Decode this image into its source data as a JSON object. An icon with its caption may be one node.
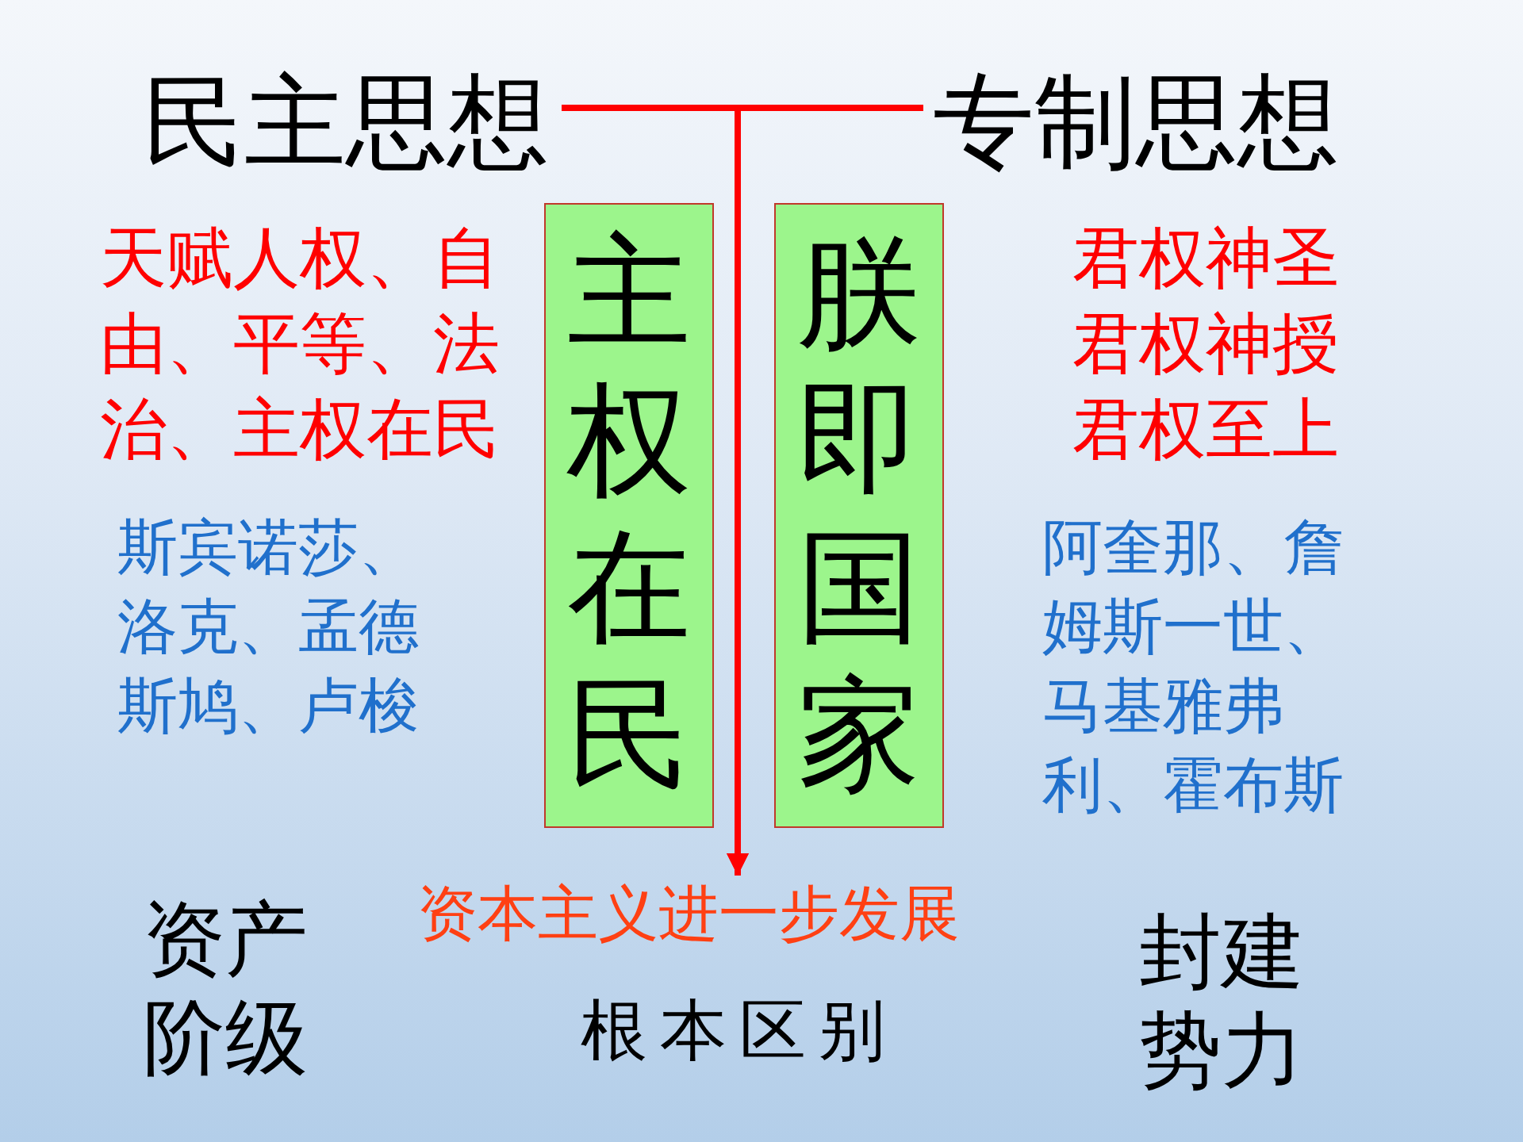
{
  "diagram": {
    "nodes": [
      {
        "text": [
          "民主思想"
        ]
      },
      {
        "text": [
          "专制思想"
        ]
      },
      {
        "text": [
          "主权在民"
        ]
      },
      {
        "text": [
          "朕即国家"
        ]
      },
      {
        "text": [
          "资本主义进一步发展"
        ]
      }
    ],
    "edges": [
      {
        "from": 0,
        "to": 4,
        "arrow": "to"
      },
      {
        "from": 1,
        "to": 4,
        "arrow": "to"
      }
    ],
    "labels": [
      "天赋人权、自由、平等、法治、主权在民",
      "君权神圣",
      "君权神授",
      "君权至上",
      "斯宾诺莎、洛克、孟德斯鸠、卢梭",
      "阿奎那、詹姆斯一世、马基雅弗利、霍布斯",
      "资产阶级",
      "封建势力",
      "根本区别"
    ]
  }
}
